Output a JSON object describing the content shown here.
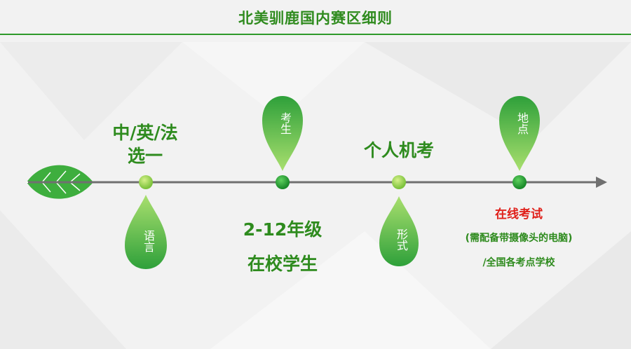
{
  "title": "北美驯鹿国内赛区细则",
  "colors": {
    "brand_green": "#2e8b1e",
    "accent_red": "#e0201a",
    "axis_gray": "#707070"
  },
  "milestones": [
    {
      "label_line1": "中/英/法",
      "label_line2": "选一",
      "drop_text": "语言"
    },
    {
      "drop_text": "考生",
      "label_line1": "2-12年级",
      "label_line2": "在校学生"
    },
    {
      "label_line1": "个人机考",
      "drop_text": "形式"
    },
    {
      "drop_text": "地点",
      "note_red": "在线考试",
      "note_line1": "(需配备带摄像头的电脑)",
      "note_line2": "/全国各考点学校"
    }
  ]
}
